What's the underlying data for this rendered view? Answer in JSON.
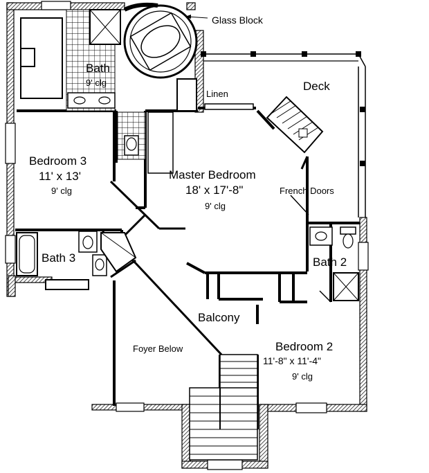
{
  "rooms": {
    "bath_master": {
      "name": "Bath",
      "ceiling": "9' clg"
    },
    "bedroom3": {
      "name": "Bedroom 3",
      "size": "11' x 13'",
      "ceiling": "9' clg"
    },
    "master": {
      "name": "Master Bedroom",
      "size": "18' x 17'-8\"",
      "ceiling": "9' clg"
    },
    "bath3": {
      "name": "Bath 3"
    },
    "bath2": {
      "name": "Bath 2"
    },
    "bedroom2": {
      "name": "Bedroom 2",
      "size": "11'-8\" x 11'-4\"",
      "ceiling": "9' clg"
    }
  },
  "labels": {
    "glass_block": "Glass Block",
    "deck": "Deck",
    "linen": "Linen",
    "french_doors": "French Doors",
    "balcony": "Balcony",
    "foyer_below": "Foyer Below"
  },
  "colors": {
    "ink": "#000000",
    "paper": "#ffffff"
  }
}
